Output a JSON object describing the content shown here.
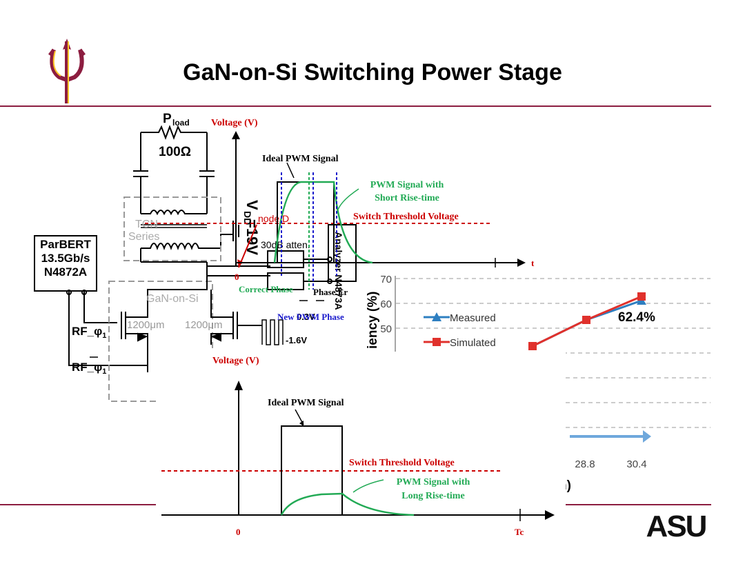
{
  "slide": {
    "title": "GaN-on-Si Switching Power Stage"
  },
  "circuit": {
    "pload_main": "P",
    "pload_sub": "load",
    "resistor": "100Ω",
    "tcn_1": "TCN",
    "tcn_2": "Series",
    "vdd": "V",
    "vdd_sub": "DD",
    "vdd_val": "=19V",
    "node": "node D",
    "atten": "30dB atten.",
    "analyzer": "Analyzer N4873A",
    "parbert_1": "ParBERT",
    "parbert_2": "13.5Gb/s",
    "parbert_3": "N4872A",
    "gan": "GaN-on-Si",
    "fet1": "1200μm",
    "fet2": "1200μm",
    "rf1": "RF_",
    "rf1_phi": "φ",
    "rf1_sub": "1",
    "rf2": "RF_",
    "rf2_phi": "φ",
    "rf2_sub": "1",
    "bias": "-1.6V",
    "bias_top": "0.3V"
  },
  "top_waveform": {
    "ylabel": "Voltage (V)",
    "ideal": "Ideal PWM Signal",
    "short_1": "PWM Signal with",
    "short_2": "Short Rise-time",
    "threshold": "Switch Threshold Voltage",
    "zero": "0",
    "t_label": "t",
    "correct_phase": "Correct Phase",
    "phase_err": "Phase Er",
    "new_phase": "New PWM Phase"
  },
  "bottom_waveform": {
    "ylabel": "Voltage (V)",
    "ideal": "Ideal PWM Signal",
    "threshold": "Switch Threshold Voltage",
    "long_1": "PWM Signal with",
    "long_2": "Long Rise-time",
    "zero": "0",
    "tc": "Tc"
  },
  "chart_data": {
    "type": "line",
    "ylabel": "iency (%)",
    "yticks": [
      70,
      60,
      50
    ],
    "xticks": [
      "28.8",
      "30.4"
    ],
    "xlabel_fragment": "n)",
    "series": [
      {
        "name": "Measured",
        "color": "#2e7fc1",
        "marker": "triangle"
      },
      {
        "name": "Simulated",
        "color": "#e0312c",
        "marker": "square"
      }
    ],
    "annotation": "62.4%"
  },
  "colors": {
    "accent": "#8c1d40",
    "gold": "#ffc627",
    "threshold": "#cc0000",
    "green": "#22aa55",
    "blue": "#1a1acc"
  },
  "logo": {
    "text": "ASU"
  }
}
